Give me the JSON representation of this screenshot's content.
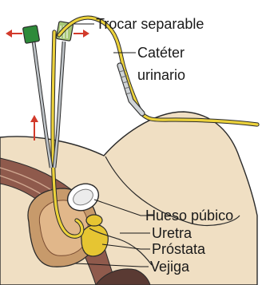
{
  "diagram": {
    "labels": {
      "trocar": "Trocar separable",
      "catheter_line1": "Catéter",
      "catheter_line2": "urinario",
      "pubic_bone": "Hueso púbico",
      "urethra": "Uretra",
      "prostate": "Próstata",
      "bladder": "Vejiga"
    },
    "colors": {
      "background_tissue": "#f0dfc3",
      "outline": "#2a2a2a",
      "muscle_layer": "#8f5a4c",
      "bladder_wall": "#c79a6b",
      "bladder_inner": "#e1b78a",
      "catheter": "#ecd23b",
      "prostate": "#e6c532",
      "bone": "#ffffff",
      "trocar_handle_left": "#2d8a39",
      "trocar_handle_right": "#a8c878",
      "arrow": "#d23a2b",
      "rectum": "#5a3a33"
    },
    "icons": [
      "split-arrow-left-icon",
      "split-arrow-right-icon",
      "insertion-arrow-up-icon"
    ]
  }
}
